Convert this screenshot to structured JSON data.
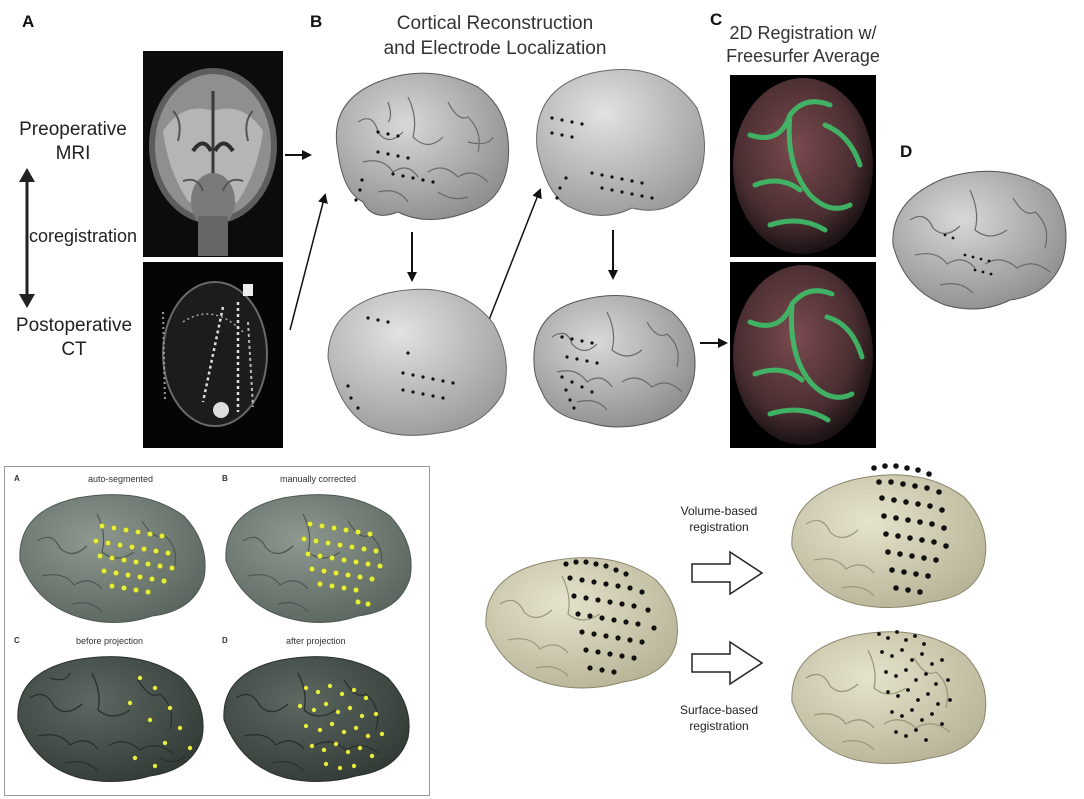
{
  "top_figure": {
    "panel_a_letter": "A",
    "panel_b_letter": "B",
    "panel_c_letter": "C",
    "panel_d_letter": "D",
    "preop_label_line1": "Preoperative",
    "preop_label_line2": "MRI",
    "coreg_label": "coregistration",
    "postop_label_line1": "Postoperative",
    "postop_label_line2": "CT",
    "panel_b_title_line1": "Cortical Reconstruction",
    "panel_b_title_line2": "and Electrode Localization",
    "panel_c_title_line1": "2D Registration w/",
    "panel_c_title_line2": "Freesurfer Average"
  },
  "bottom_left_figure": {
    "a_letter": "A",
    "a_label": "auto-segmented",
    "b_letter": "B",
    "b_label": "manually corrected",
    "c_letter": "C",
    "c_label": "before projection",
    "d_letter": "D",
    "d_label": "after projection"
  },
  "bottom_right_figure": {
    "volume_label_line1": "Volume-based",
    "volume_label_line2": "registration",
    "surface_label_line1": "Surface-based",
    "surface_label_line2": "registration"
  },
  "colors": {
    "brain_grey": "#b4b4b4",
    "brain_smooth": "#c2c2c2",
    "brain_dark": "#6f7a72",
    "brain_darkest": "#46504a",
    "brain_beige": "#d6d2b6",
    "electrode_yellow": "#e6ef3a",
    "electrode_black": "#111111",
    "sphere_green": "#3fbf6a",
    "sphere_red": "#6b3b3f"
  }
}
